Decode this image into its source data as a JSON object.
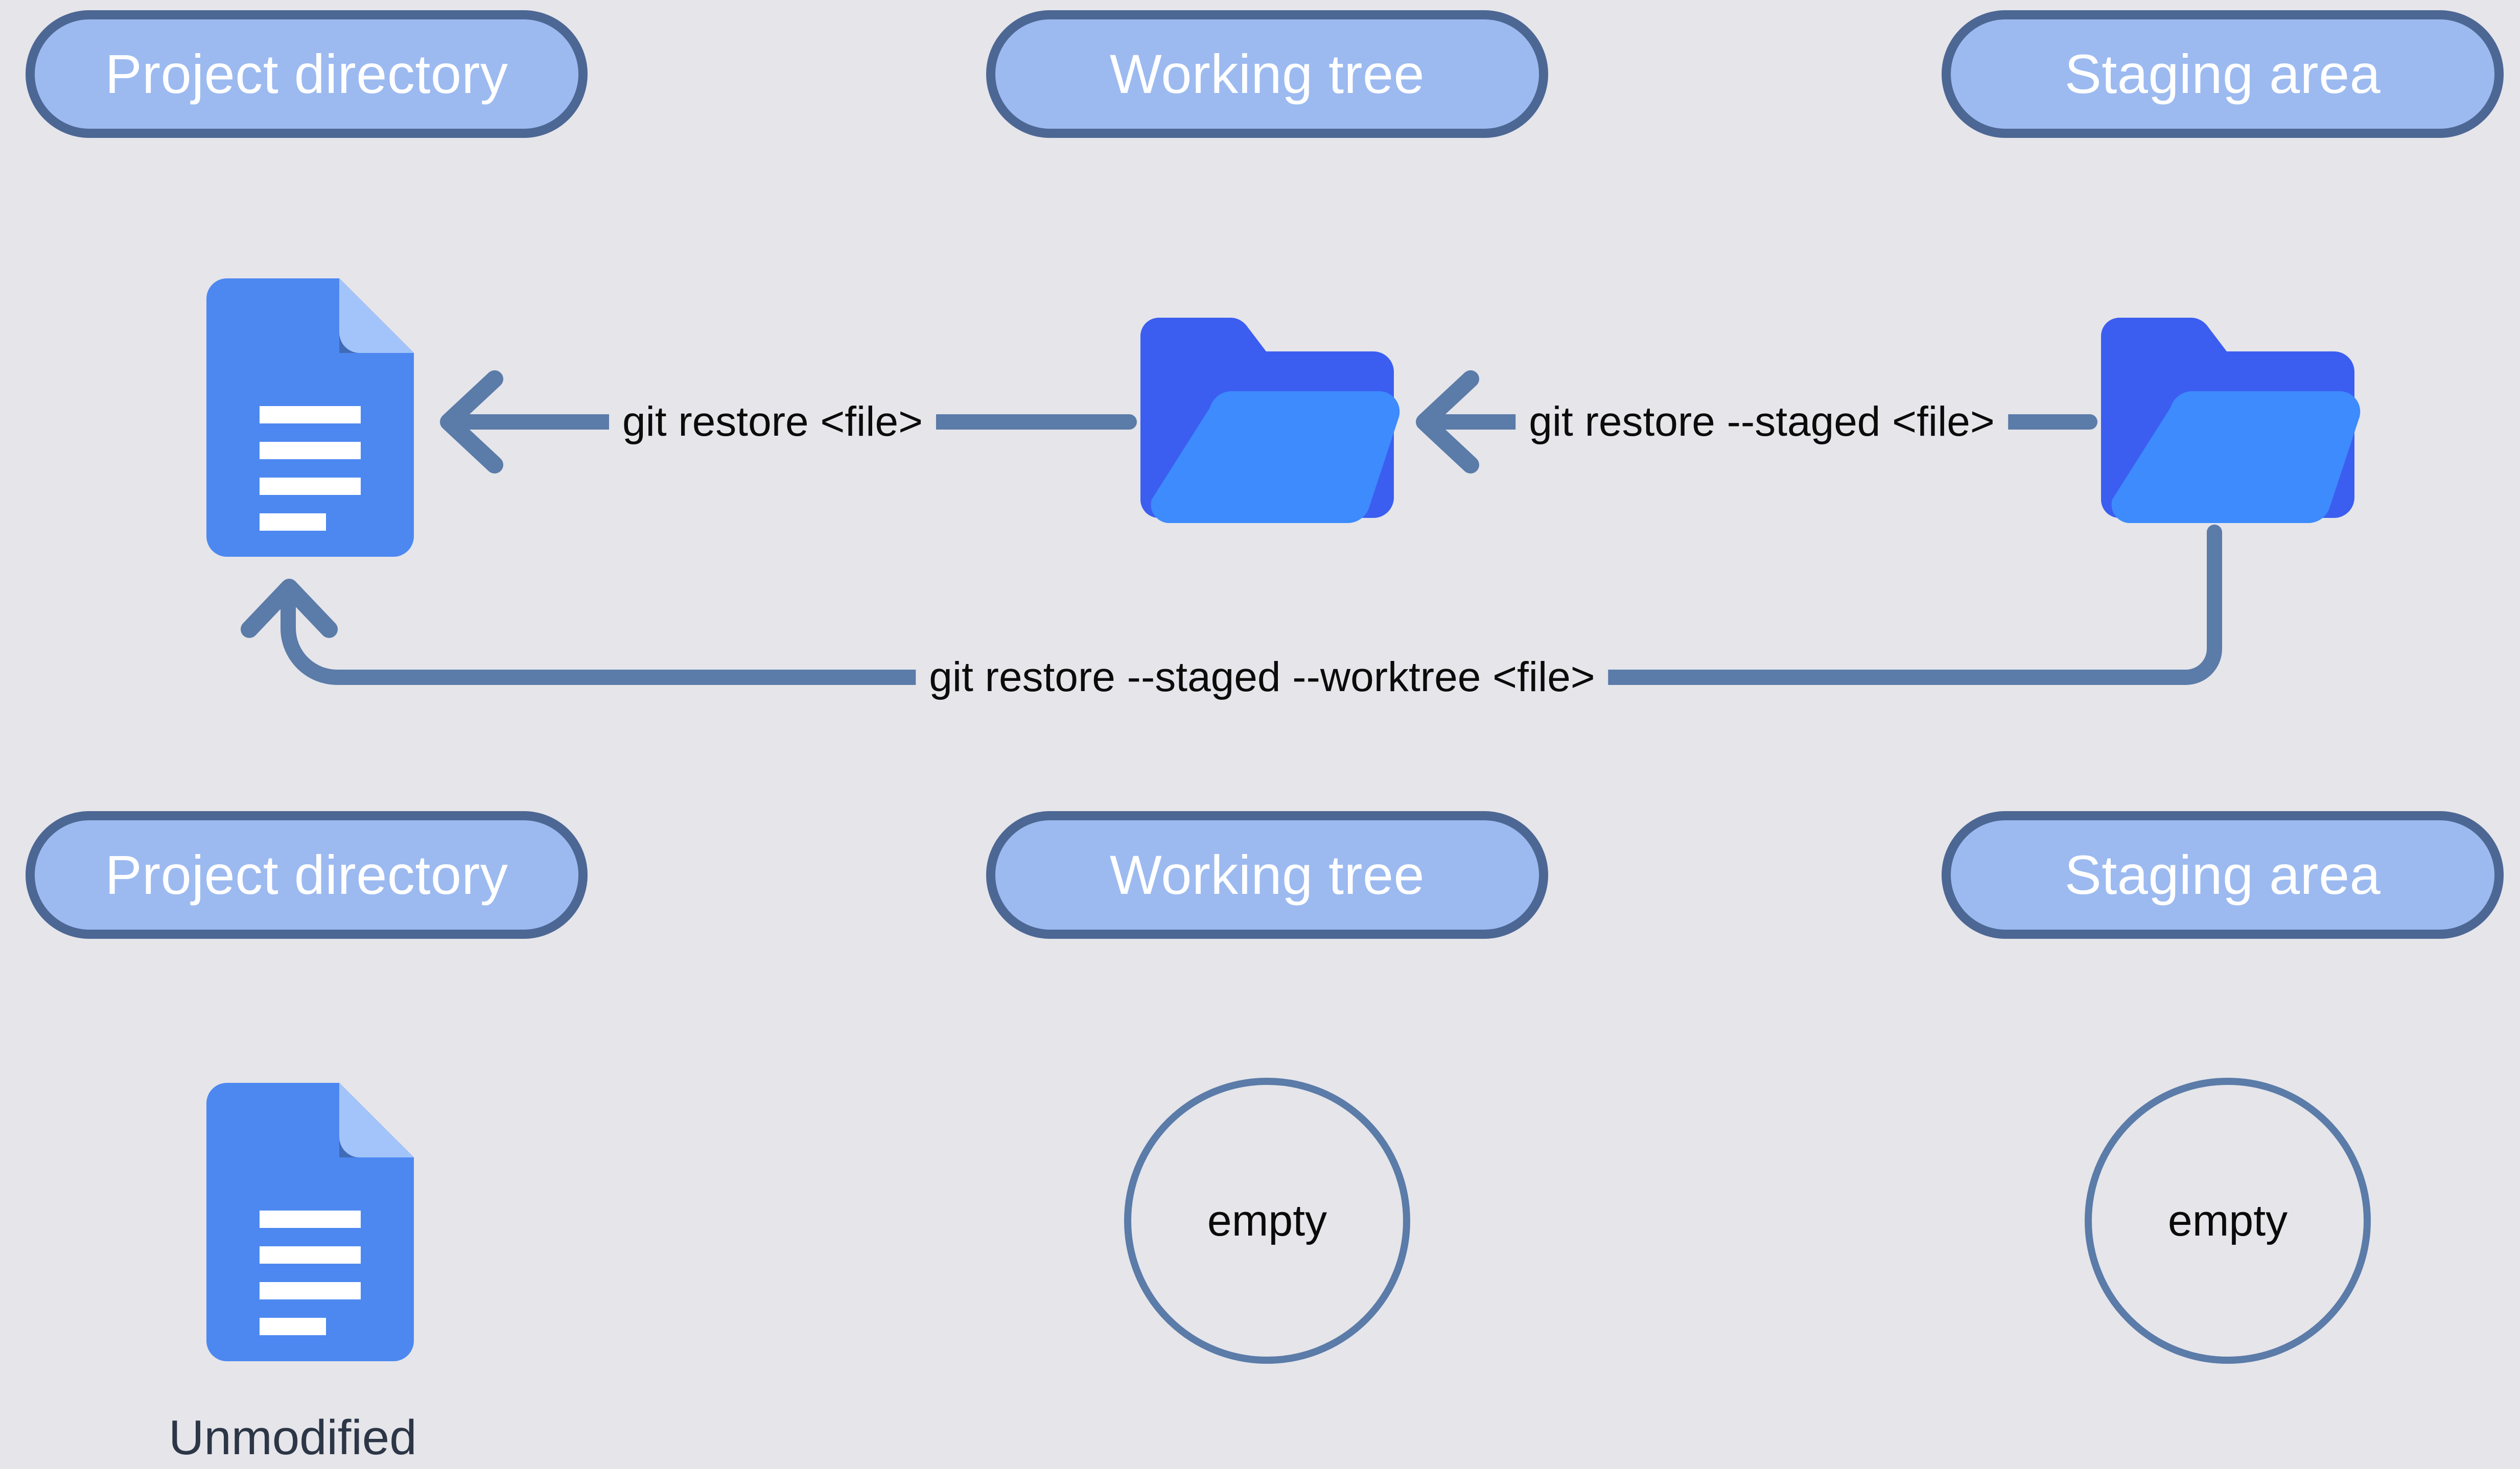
{
  "diagram": {
    "title": "git restore data flow between project directory, working tree and staging area",
    "background_color": "#e5e5ea",
    "accent_border_color": "#4d6794",
    "pill_fill_color": "#9cbaf0",
    "arrow_color": "#5b7ba8",
    "caption_color": "#2c3646",
    "doc_icon_color": "#4d88f0",
    "folder_icon_color": "#3b5ef0"
  },
  "row_top": {
    "headers": [
      {
        "label": "Project directory"
      },
      {
        "label": "Working tree"
      },
      {
        "label": "Staging area"
      }
    ],
    "icons": [
      {
        "name": "document",
        "state": "file"
      },
      {
        "name": "folder",
        "state": "file"
      },
      {
        "name": "folder",
        "state": "file"
      }
    ],
    "arrows": [
      {
        "label": "git restore <file>",
        "from": "Working tree",
        "to": "Project directory",
        "direction": "left"
      },
      {
        "label": "git restore --staged <file>",
        "from": "Staging area",
        "to": "Working tree",
        "direction": "left"
      },
      {
        "label": "git restore --staged --worktree <file>",
        "from": "Staging area",
        "to": "Project directory",
        "direction": "left",
        "style": "curved"
      }
    ]
  },
  "row_bottom": {
    "headers": [
      {
        "label": "Project directory"
      },
      {
        "label": "Working tree"
      },
      {
        "label": "Staging area"
      }
    ],
    "slots": [
      {
        "kind": "document",
        "caption": "Unmodified"
      },
      {
        "kind": "circle",
        "label": "empty"
      },
      {
        "kind": "circle",
        "label": "empty"
      }
    ]
  }
}
